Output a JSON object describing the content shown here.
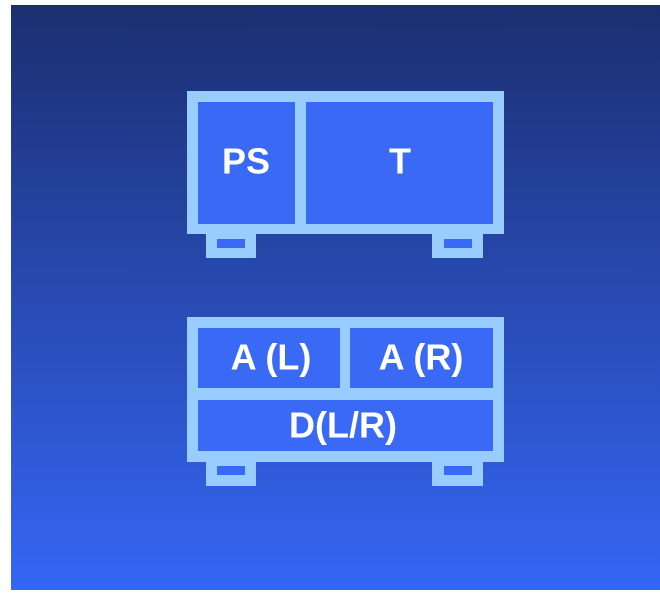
{
  "colors": {
    "background_top": "#1b2f70",
    "background_bottom": "#3566f5",
    "frame": "#99ccff",
    "panel": "#3a6af5",
    "label_text": "#ffffff"
  },
  "upper_unit": {
    "left_section_label": "PS",
    "right_section_label": "T"
  },
  "lower_unit": {
    "top_left_section_label": "A (L)",
    "top_right_section_label": "A (R)",
    "bottom_section_label": "D(L/R)"
  }
}
